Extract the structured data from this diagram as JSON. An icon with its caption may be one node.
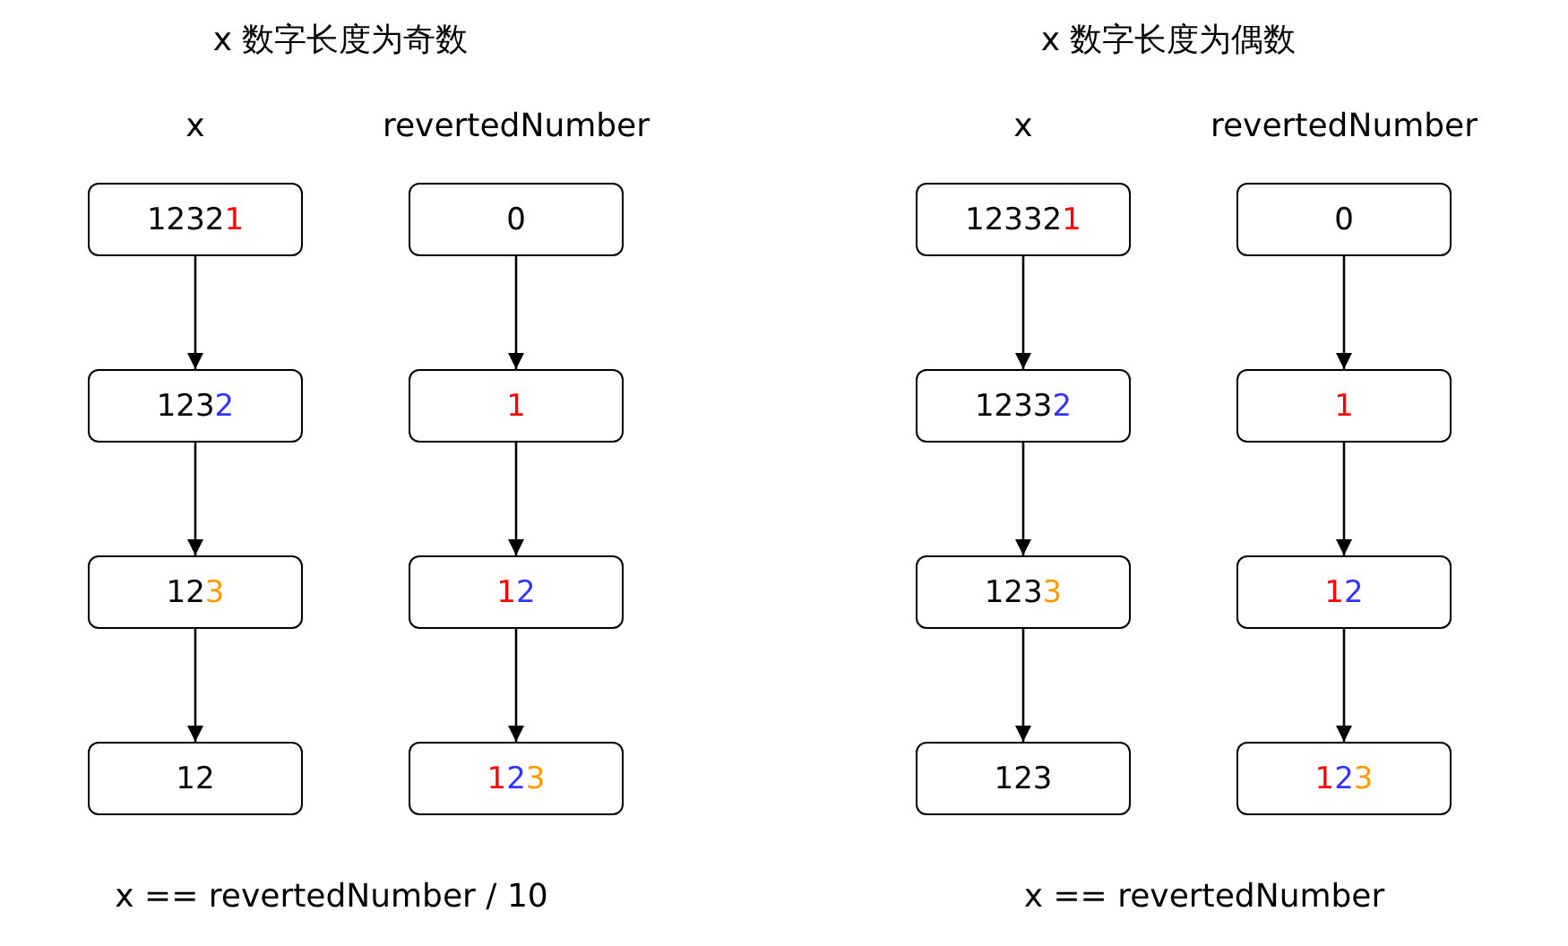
{
  "diagram": {
    "nodes": [
      {
        "text": [
          "12321"
        ]
      },
      {
        "text": [
          "1232"
        ]
      },
      {
        "text": [
          "123"
        ]
      },
      {
        "text": [
          "12"
        ]
      },
      {
        "text": [
          "0"
        ]
      },
      {
        "text": [
          "1"
        ]
      },
      {
        "text": [
          "12"
        ]
      },
      {
        "text": [
          "123"
        ]
      },
      {
        "text": [
          "123321"
        ]
      },
      {
        "text": [
          "12332"
        ]
      },
      {
        "text": [
          "1233"
        ]
      },
      {
        "text": [
          "123"
        ]
      },
      {
        "text": [
          "0"
        ]
      },
      {
        "text": [
          "1"
        ]
      },
      {
        "text": [
          "12"
        ]
      },
      {
        "text": [
          "123"
        ]
      }
    ],
    "edges": [
      {
        "from": 0,
        "to": 1,
        "arrow": "to"
      },
      {
        "from": 1,
        "to": 2,
        "arrow": "to"
      },
      {
        "from": 2,
        "to": 3,
        "arrow": "to"
      },
      {
        "from": 4,
        "to": 5,
        "arrow": "to"
      },
      {
        "from": 5,
        "to": 6,
        "arrow": "to"
      },
      {
        "from": 6,
        "to": 7,
        "arrow": "to"
      },
      {
        "from": 8,
        "to": 9,
        "arrow": "to"
      },
      {
        "from": 9,
        "to": 10,
        "arrow": "to"
      },
      {
        "from": 10,
        "to": 11,
        "arrow": "to"
      },
      {
        "from": 12,
        "to": 13,
        "arrow": "to"
      },
      {
        "from": 13,
        "to": 14,
        "arrow": "to"
      },
      {
        "from": 14,
        "to": 15,
        "arrow": "to"
      }
    ],
    "labels": [
      "x 数字长度为奇数",
      "x 数字长度为偶数",
      "x",
      "revertedNumber",
      "x",
      "revertedNumber",
      "x == revertedNumber / 10",
      "x == revertedNumber"
    ]
  }
}
